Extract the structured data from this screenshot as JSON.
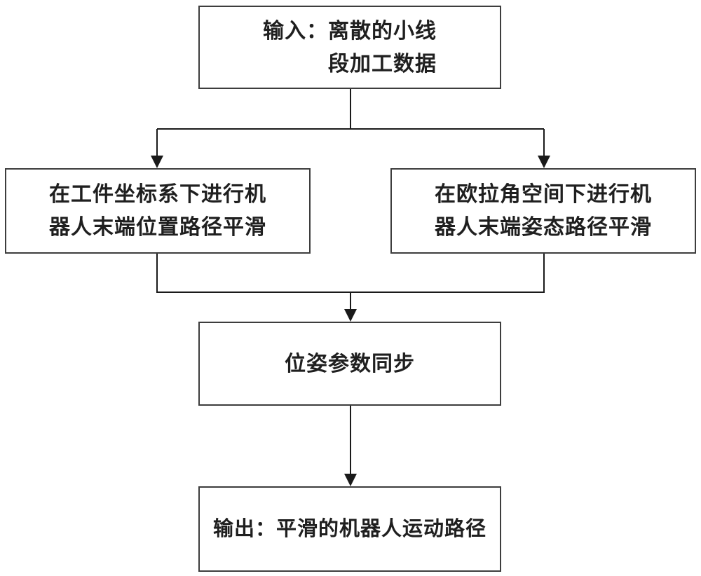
{
  "diagram": {
    "type": "flowchart",
    "direction": "top-down",
    "colors": {
      "background": "#ffffff",
      "box_border": "#3d3d3d",
      "connector": "#1a1a1a",
      "text": "#1f1f1f"
    },
    "nodes": {
      "input": {
        "id": "input",
        "line1": "输入：离散的小线",
        "line2": "段加工数据",
        "full_text": "输入：离散的小线段加工数据"
      },
      "position_smoothing": {
        "id": "position_smoothing",
        "line1": "在工件坐标系下进行机",
        "line2": "器人末端位置路径平滑",
        "full_text": "在工件坐标系下进行机器人末端位置路径平滑"
      },
      "orientation_smoothing": {
        "id": "orientation_smoothing",
        "line1": "在欧拉角空间下进行机",
        "line2": "器人末端姿态路径平滑",
        "full_text": "在欧拉角空间下进行机器人末端姿态路径平滑"
      },
      "sync": {
        "id": "sync",
        "line1": "位姿参数同步",
        "full_text": "位姿参数同步"
      },
      "output": {
        "id": "output",
        "line1": "输出：平滑的机器人运动路径",
        "full_text": "输出：平滑的机器人运动路径"
      }
    },
    "edges": [
      {
        "from": "input",
        "to": "position_smoothing",
        "arrow": true
      },
      {
        "from": "input",
        "to": "orientation_smoothing",
        "arrow": true
      },
      {
        "from": "position_smoothing",
        "to": "sync",
        "arrow": true
      },
      {
        "from": "orientation_smoothing",
        "to": "sync",
        "arrow": true
      },
      {
        "from": "sync",
        "to": "output",
        "arrow": true
      }
    ]
  }
}
